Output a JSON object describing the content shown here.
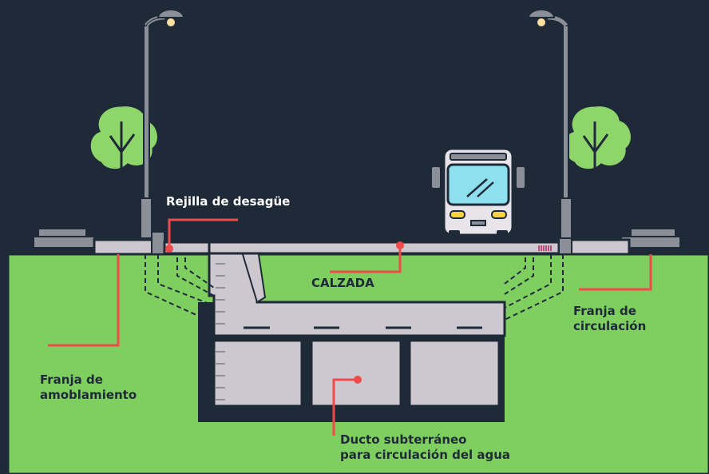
{
  "labels": {
    "rejilla": "Rejilla de desagüe",
    "calzada": "CALZADA",
    "franja_circulacion": [
      "Franja de",
      "circulación"
    ],
    "franja_amoblamiento": [
      "Franja de",
      "amoblamiento"
    ],
    "ducto": [
      "Ducto subterráneo",
      "para circulación del agua"
    ]
  },
  "colors": {
    "background": "#1f2a38",
    "ground": "#7ecf5f",
    "pavement": "#cdc8cf",
    "outline": "#1f2a38",
    "callout": "#ef4b4b",
    "label_light": "#ffffff",
    "label_dark": "#1f2a38",
    "tree": "#8fd66a",
    "bus_window": "#8fe0ee",
    "headlight": "#ffd23f",
    "lamp_bulb": "#ffe0a0"
  },
  "icons": [
    "tree-icon",
    "street-lamp-icon",
    "bus-icon",
    "drain-grate-icon"
  ]
}
